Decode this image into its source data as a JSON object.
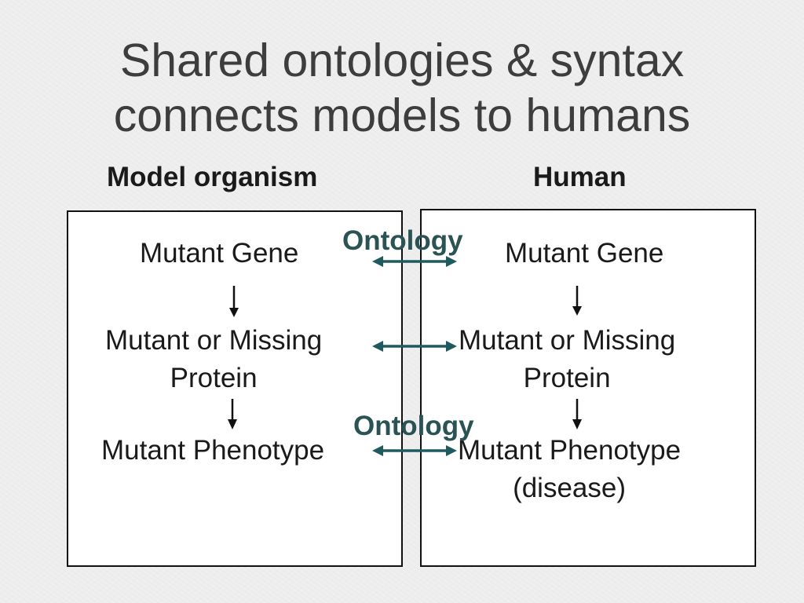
{
  "title": {
    "line1": "Shared ontologies & syntax",
    "line2": "connects models to humans"
  },
  "columns": {
    "model": "Model organism",
    "human": "Human"
  },
  "model_box": {
    "gene": "Mutant Gene",
    "protein_line1": "Mutant or Missing",
    "protein_line2": "Protein",
    "phenotype": "Mutant Phenotype"
  },
  "human_box": {
    "gene": "Mutant Gene",
    "protein_line1": "Mutant or Missing",
    "protein_line2": "Protein",
    "phenotype_line1": "Mutant Phenotype",
    "phenotype_line2": "(disease)"
  },
  "connectors": {
    "top_label": "Ontology",
    "bottom_label": "Ontology"
  },
  "colors": {
    "connector": "#1f5a60",
    "ontology_label": "#2b5353",
    "title": "#3d3d3d"
  }
}
